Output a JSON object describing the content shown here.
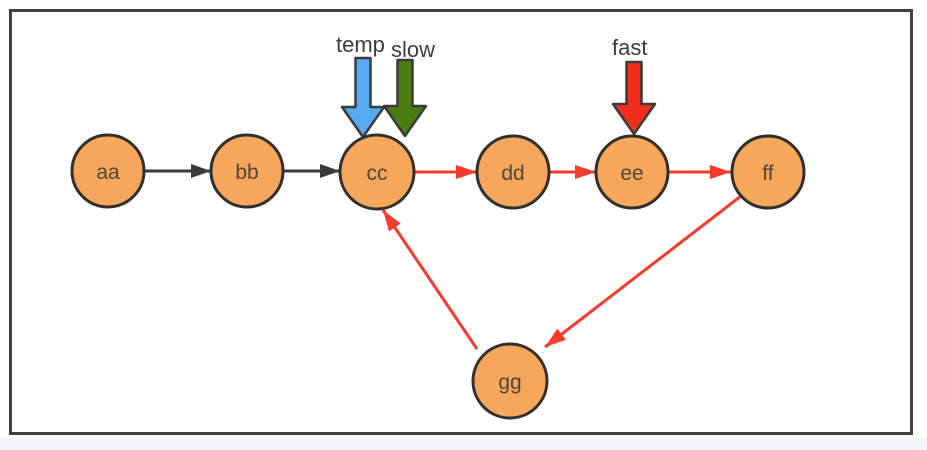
{
  "diagram": {
    "type": "linked-list-cycle-diagram",
    "nodes": [
      {
        "id": "aa",
        "label": "aa"
      },
      {
        "id": "bb",
        "label": "bb"
      },
      {
        "id": "cc",
        "label": "cc"
      },
      {
        "id": "dd",
        "label": "dd"
      },
      {
        "id": "ee",
        "label": "ee"
      },
      {
        "id": "ff",
        "label": "ff"
      },
      {
        "id": "gg",
        "label": "gg"
      }
    ],
    "edges": [
      {
        "from": "aa",
        "to": "bb",
        "color": "#3A3A3A"
      },
      {
        "from": "bb",
        "to": "cc",
        "color": "#3A3A3A"
      },
      {
        "from": "cc",
        "to": "dd",
        "color": "#F43B2E"
      },
      {
        "from": "dd",
        "to": "ee",
        "color": "#F43B2E"
      },
      {
        "from": "ee",
        "to": "ff",
        "color": "#F43B2E"
      },
      {
        "from": "ff",
        "to": "gg",
        "color": "#F43B2E"
      },
      {
        "from": "gg",
        "to": "cc",
        "color": "#F43B2E"
      }
    ],
    "pointers": [
      {
        "label": "temp",
        "target": "cc",
        "color": "#57A9F0"
      },
      {
        "label": "slow",
        "target": "cc",
        "color": "#4C7D13"
      },
      {
        "label": "fast",
        "target": "ee",
        "color": "#F22E1E"
      }
    ],
    "colors": {
      "node_fill": "#F6A75C",
      "node_stroke": "#32302C",
      "black_edge": "#3A3A3A",
      "red_edge": "#F43B2E",
      "pointer_outline": "#3A3A3A",
      "frame_border": "#404040",
      "background": "#FFFFFF",
      "bottom_strip": "#F3F4F6"
    }
  }
}
